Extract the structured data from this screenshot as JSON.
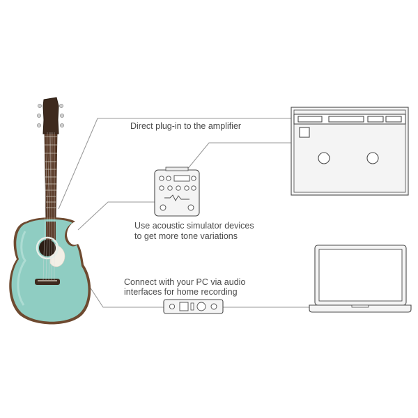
{
  "captions": {
    "amplifier": "Direct plug-in to the amplifier",
    "simulator_line1": "Use acoustic simulator devices",
    "simulator_line2": "to get more tone variations",
    "pc_line1": "Connect with your PC via audio",
    "pc_line2": "interfaces for home recording"
  },
  "colors": {
    "guitar_body": "#8fcdc2",
    "guitar_binding": "#6e4a30",
    "neck": "#5a3b28",
    "pickguard": "#f3efe6",
    "line": "#9a9a9a",
    "device_stroke": "#4a4a4a",
    "device_fill": "#f4f4f4"
  }
}
